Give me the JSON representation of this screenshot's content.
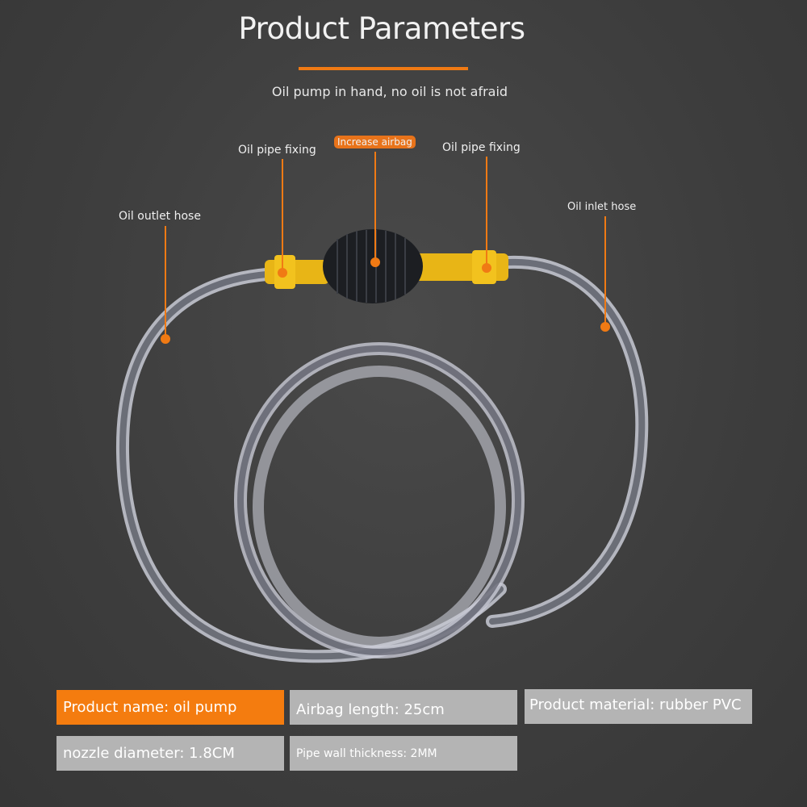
{
  "header": {
    "title": "Product Parameters",
    "subtitle": "Oil pump in hand, no oil is not afraid"
  },
  "callouts": {
    "pipe_fixing_left": "Oil pipe fixing",
    "airbag": "Increase airbag",
    "pipe_fixing_right": "Oil pipe fixing",
    "outlet_hose": "Oil outlet hose",
    "inlet_hose": "Oil inlet hose"
  },
  "specs": [
    {
      "text": "Product name: oil pump"
    },
    {
      "text": "Airbag length: 25cm"
    },
    {
      "text": "Product material: rubber PVC"
    },
    {
      "text": "nozzle diameter: 1.8CM"
    },
    {
      "text": "Pipe wall thickness: 2MM"
    }
  ],
  "colors": {
    "accent": "#f47c0f",
    "box": "#b4b4b4",
    "background": "#3d3d3d"
  }
}
